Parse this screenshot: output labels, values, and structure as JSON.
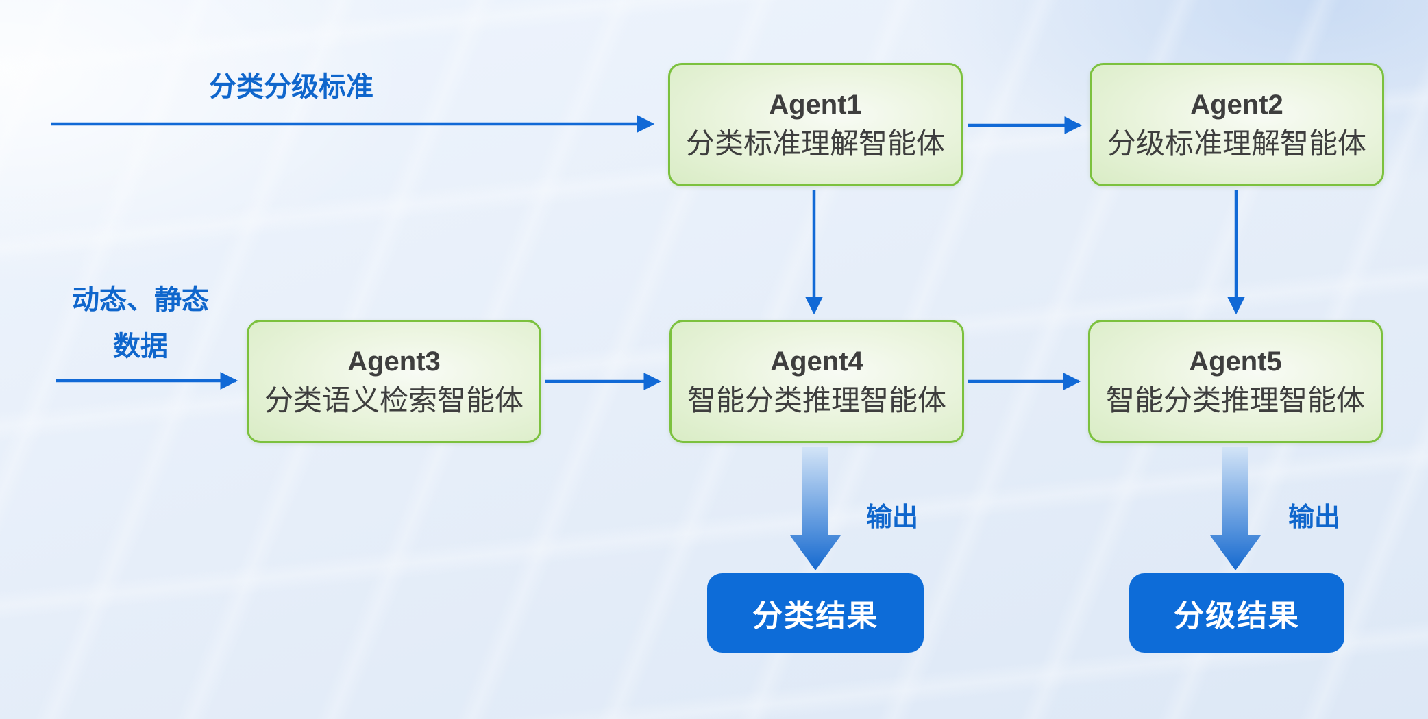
{
  "diagram_title": "multi-agent-classification-grading-flow",
  "labels": {
    "top_input": "分类分级标准",
    "left_input_line1": "动态、静态",
    "left_input_line2": "数据",
    "output": "输出"
  },
  "agents": [
    {
      "id": "agent1",
      "title": "Agent1",
      "subtitle": "分类标准理解智能体"
    },
    {
      "id": "agent2",
      "title": "Agent2",
      "subtitle": "分级标准理解智能体"
    },
    {
      "id": "agent3",
      "title": "Agent3",
      "subtitle": "分类语义检索智能体"
    },
    {
      "id": "agent4",
      "title": "Agent4",
      "subtitle": "智能分类推理智能体"
    },
    {
      "id": "agent5",
      "title": "Agent5",
      "subtitle": "智能分类推理智能体"
    }
  ],
  "results": [
    {
      "label": "分类结果"
    },
    {
      "label": "分级结果"
    }
  ],
  "colors": {
    "accent_blue": "#1169d6",
    "label_text_blue": "#0f66cc",
    "node_border_green": "#7cc13e",
    "node_fill_green": "#e3f0d4",
    "node_text": "#3e3e3e",
    "result_button_bg": "#0d6cd8",
    "result_button_text": "#ffffff",
    "thick_arrow_top": "#d3e4f7",
    "thick_arrow_bottom": "#1569cf",
    "background": "#e7eef9"
  }
}
